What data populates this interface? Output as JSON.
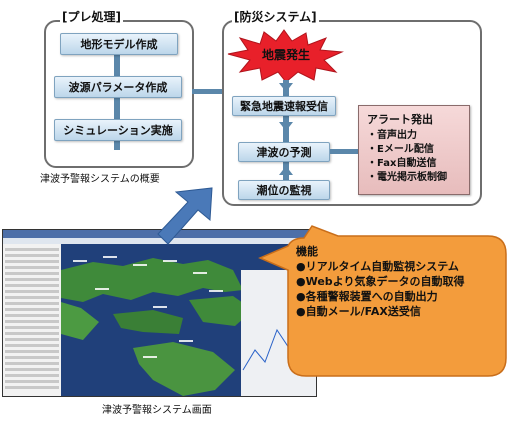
{
  "pre_panel": {
    "title": "[プレ処理]",
    "steps": [
      "地形モデル作成",
      "波源パラメータ作成",
      "シミュレーション実施"
    ]
  },
  "disaster_panel": {
    "title": "[防災システム]",
    "earthquake": "地震発生",
    "steps": [
      "緊急地震速報受信",
      "津波の予測",
      "潮位の監視"
    ]
  },
  "alert_box": {
    "title": "アラート発出",
    "items": [
      "・音声出力",
      "・Eメール配信",
      "・Fax自動送信",
      "・電光掲示板制御"
    ]
  },
  "overview_caption": "津波予警報システムの概要",
  "screen_caption": "津波予警報システム画面",
  "features": {
    "title": "機能",
    "items": [
      "●リアルタイム自動監視システム",
      "●Webより気象データの自動取得",
      "●各種警報装置への自動出力",
      "●自動メール/FAX送受信"
    ]
  },
  "colors": {
    "box_border": "#7fa3bf",
    "connector": "#5b87aa",
    "alert_fill": "#e7bcbc",
    "burst": "#e8202a",
    "callout": "#f39c3c"
  }
}
